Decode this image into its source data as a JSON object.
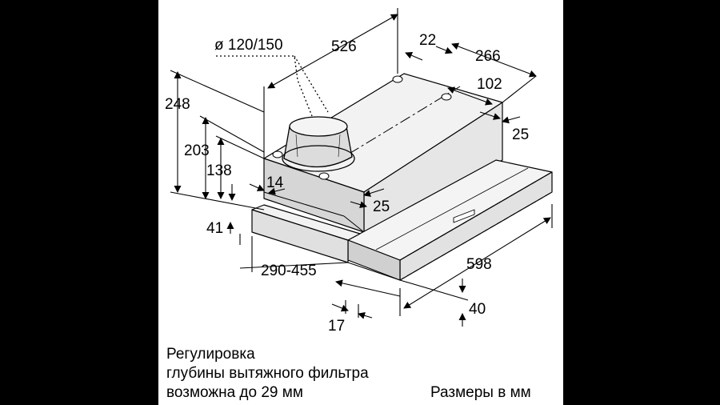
{
  "diameter_label": "ø 120/150",
  "dimensions": {
    "d526": "526",
    "d22": "22",
    "d266": "266",
    "d102": "102",
    "d25_top": "25",
    "d248": "248",
    "d203": "203",
    "d138": "138",
    "d14": "14",
    "d25_mid": "25",
    "d41": "41",
    "d290_455": "290-455",
    "d598": "598",
    "d40": "40",
    "d17": "17"
  },
  "notes": {
    "line1": "Регулировка",
    "line2": "глубины вытяжного фильтра",
    "line3": "возможна до 29 мм",
    "units": "Размеры в мм"
  },
  "colors": {
    "background": "#000000",
    "panel": "#ffffff",
    "body_light": "#f2f2f2",
    "body_mid": "#e3e3e3",
    "body_dark": "#d0d0d0",
    "ink": "#000000"
  }
}
